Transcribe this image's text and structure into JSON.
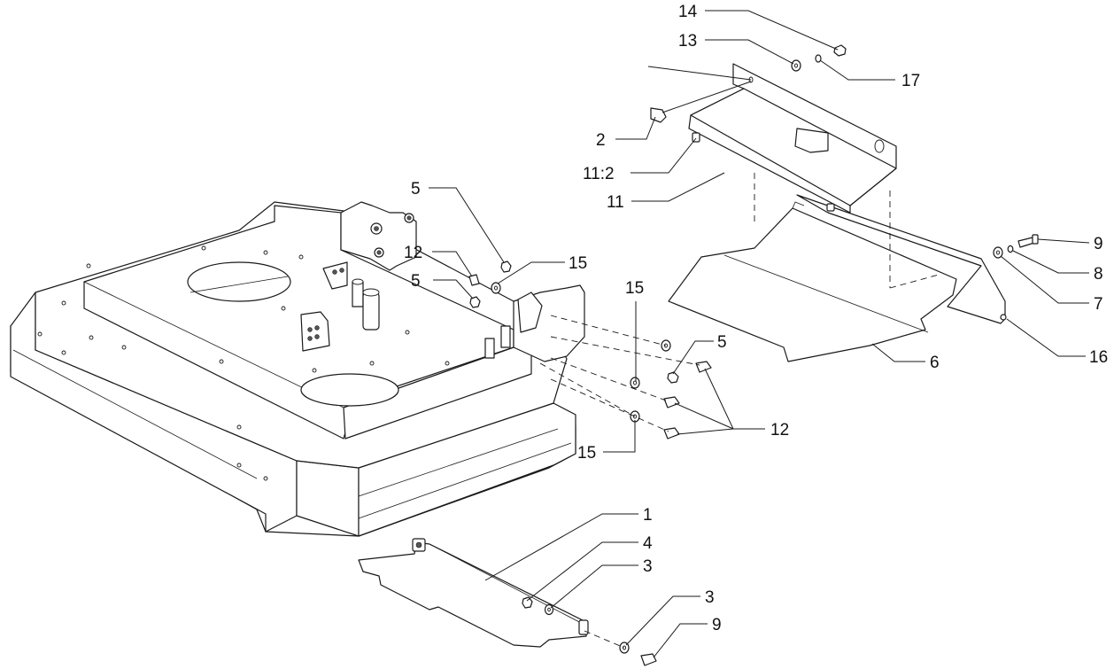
{
  "callouts": {
    "c14": "14",
    "c13": "13",
    "c17": "17",
    "c2": "2",
    "c11_2": "11:2",
    "c11": "11",
    "c9_top": "9",
    "c8": "8",
    "c7": "7",
    "c16": "16",
    "c6": "6",
    "c5_a": "5",
    "c12_a": "12",
    "c15_a": "15",
    "c5_b": "5",
    "c15_b": "15",
    "c5_c": "5",
    "c12_b": "12",
    "c15_c": "15",
    "c1": "1",
    "c4": "4",
    "c3_a": "3",
    "c3_b": "3",
    "c9_bottom": "9"
  }
}
